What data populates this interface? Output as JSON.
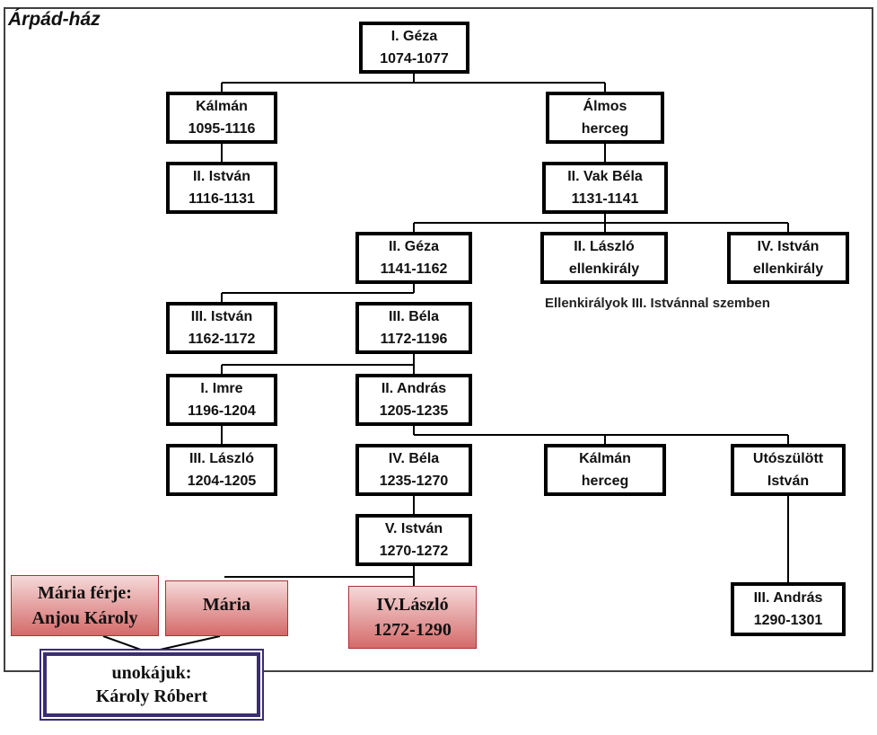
{
  "diagram": {
    "title": "Árpád-ház",
    "note": "Ellenkirályok III. Istvánnal szemben",
    "nodes": {
      "geza1": {
        "line1": "I. Géza",
        "line2": "1074-1077"
      },
      "kalman": {
        "line1": "Kálmán",
        "line2": "1095-1116"
      },
      "almos": {
        "line1": "Álmos",
        "line2": "herceg"
      },
      "istvan2": {
        "line1": "II. István",
        "line2": "1116-1131"
      },
      "bela2": {
        "line1": "II. Vak Béla",
        "line2": "1131-1141"
      },
      "geza2": {
        "line1": "II. Géza",
        "line2": "1141-1162"
      },
      "laszlo2": {
        "line1": "II. László",
        "line2": "ellenkirály"
      },
      "istvan4": {
        "line1": "IV. István",
        "line2": "ellenkirály"
      },
      "istvan3": {
        "line1": "III. István",
        "line2": "1162-1172"
      },
      "bela3": {
        "line1": "III. Béla",
        "line2": "1172-1196"
      },
      "imre": {
        "line1": "I. Imre",
        "line2": "1196-1204"
      },
      "andras2": {
        "line1": "II. András",
        "line2": "1205-1235"
      },
      "laszlo3": {
        "line1": "III. László",
        "line2": "1204-1205"
      },
      "bela4": {
        "line1": "IV. Béla",
        "line2": "1235-1270"
      },
      "kalman_herceg": {
        "line1": "Kálmán",
        "line2": "herceg"
      },
      "utoszulott": {
        "line1": "Utószülött",
        "line2": "István"
      },
      "istvan5": {
        "line1": "V. István",
        "line2": "1270-1272"
      },
      "andras3": {
        "line1": "III. András",
        "line2": "1290-1301"
      },
      "maria_ferje": {
        "line1": "Mária férje:",
        "line2": "Anjou Károly"
      },
      "maria": {
        "line1": "Mária"
      },
      "laszlo4": {
        "line1": "IV.László",
        "line2": "1272-1290"
      },
      "unokajuk": {
        "line1": "unokájuk:",
        "line2": "Károly Róbert"
      }
    }
  },
  "colors": {
    "box_border": "#000000",
    "highlight_fill_top": "#f5d9d9",
    "highlight_fill_bottom": "#d56a6a",
    "grandchild_border": "#3a2d73"
  }
}
